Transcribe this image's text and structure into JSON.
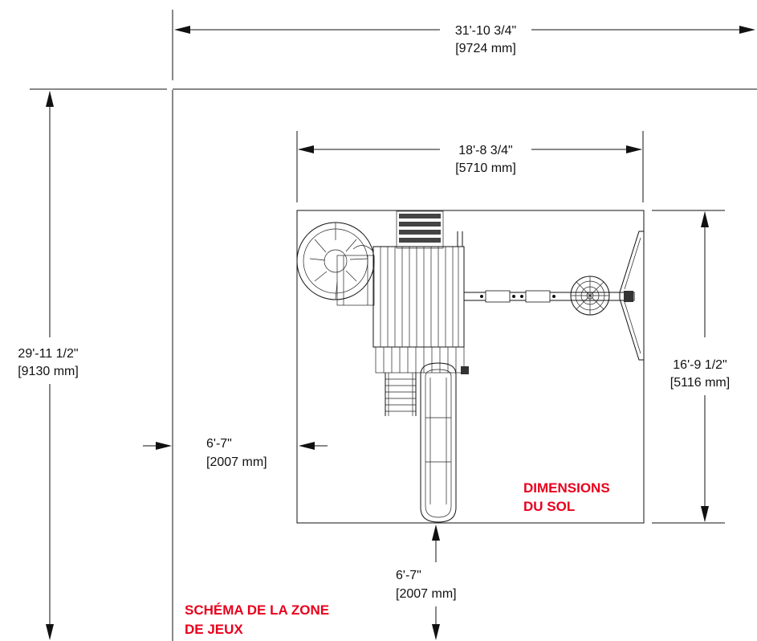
{
  "overall_width": {
    "imperial": "31'-10 3/4\"",
    "metric": "[9724 mm]"
  },
  "overall_depth": {
    "imperial": "29'-11 1/2\"",
    "metric": "[9130 mm]"
  },
  "footprint_width": {
    "imperial": "18'-8 3/4\"",
    "metric": "[5710 mm]"
  },
  "footprint_depth": {
    "imperial": "16'-9 1/2\"",
    "metric": "[5116 mm]"
  },
  "side_clearance": {
    "imperial": "6'-7\"",
    "metric": "[2007 mm]"
  },
  "front_clearance": {
    "imperial": "6'-7\"",
    "metric": "[2007 mm]"
  },
  "labels": {
    "ground_dimensions": [
      "DIMENSIONS",
      "DU SOL"
    ],
    "play_area": [
      "SCHÉMA DE LA ZONE",
      "DE JEUX"
    ]
  },
  "colors": {
    "dimension_line": "#111111",
    "accent_label": "#e8001c"
  }
}
